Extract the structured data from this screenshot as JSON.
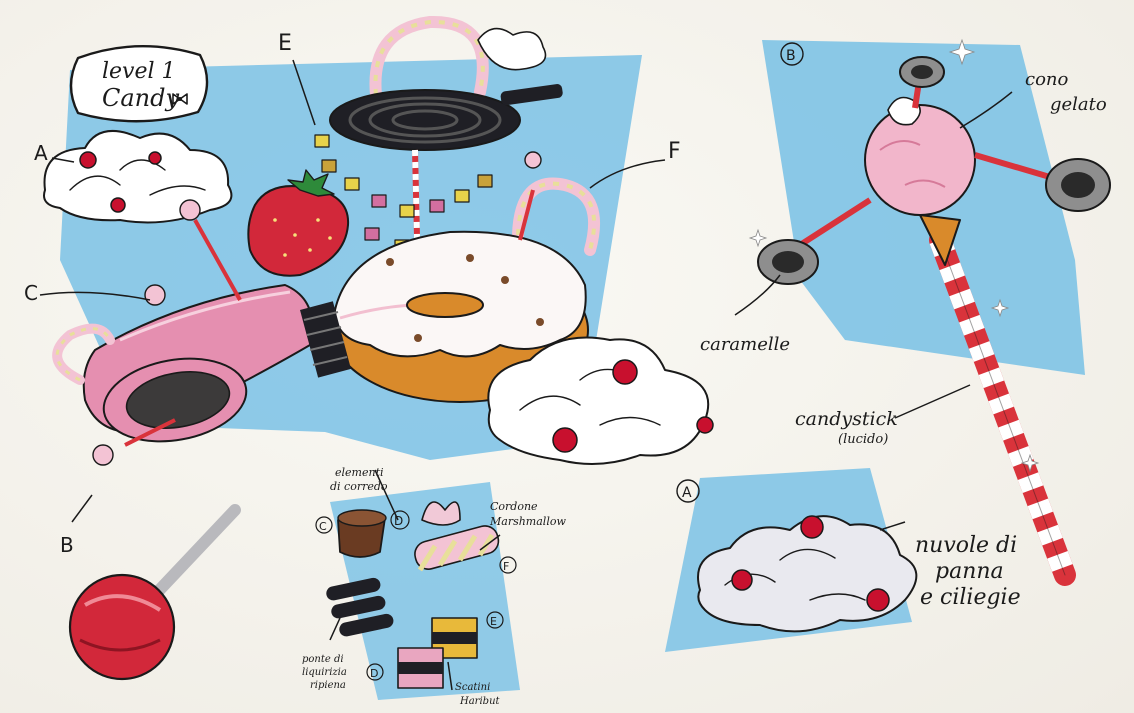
{
  "title": {
    "line1": "level 1",
    "line2": "Candy"
  },
  "labels": {
    "A": "A",
    "B": "B",
    "C": "C",
    "E": "E",
    "F": "F",
    "circle_B": "B",
    "circle_A": "A",
    "circle_C": "C",
    "circle_D_top": "D",
    "circle_D_bottom": "D",
    "circle_E": "E",
    "circle_F": "F"
  },
  "notes": {
    "cono_line1": "cono",
    "cono_line2": "gelato",
    "caramelle": "caramelle",
    "candystick_line1": "candystick",
    "candystick_line2": "(lucido)",
    "nuvole_line1": "nuvole di",
    "nuvole_line2": "panna",
    "nuvole_line3": "e ciliegie",
    "elementi_line1": "elementi",
    "elementi_line2": "di corredo",
    "cordone_line1": "Cordone",
    "cordone_line2": "Marshmallow",
    "ponte_line1": "ponte di",
    "ponte_line2": "liquirizia",
    "ponte_line3": "ripiena",
    "scatini_line1": "Scatini",
    "scatini_line2": "Haribut"
  },
  "colors": {
    "paper": "#f4f2ec",
    "marker_blue": "#7ec3e6",
    "candy_pink": "#e58fb0",
    "strawberry_red": "#d2283a",
    "cherry_red": "#c8102e",
    "donut_orange": "#d98a2b",
    "licorice": "#1f1f25",
    "icing_white": "#fbf7f6",
    "stick_red": "#d9333b"
  },
  "icons": [
    "lollipop-icon",
    "strawberry-icon",
    "cherry-icon",
    "sparkle-icon",
    "whipped-cream-icon"
  ]
}
